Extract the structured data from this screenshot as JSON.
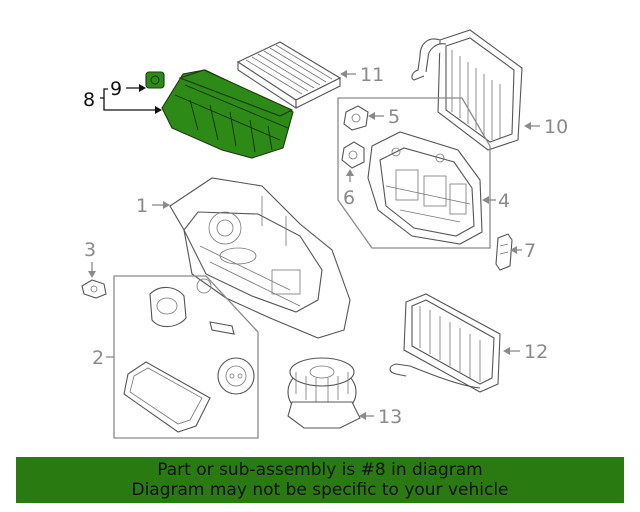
{
  "callouts": {
    "c1": "1",
    "c2": "2",
    "c3": "3",
    "c4": "4",
    "c5": "5",
    "c6": "6",
    "c7": "7",
    "c8": "8",
    "c9": "9",
    "c10": "10",
    "c11": "11",
    "c12": "12",
    "c13": "13"
  },
  "banner": {
    "line1": "Part or sub-assembly is #8 in diagram",
    "line2": "Diagram may not be specific to your vehicle"
  },
  "colors": {
    "highlight": "#2e8a17",
    "banner_bg": "#2a7a12",
    "callout_gray": "#8a8a8a"
  }
}
